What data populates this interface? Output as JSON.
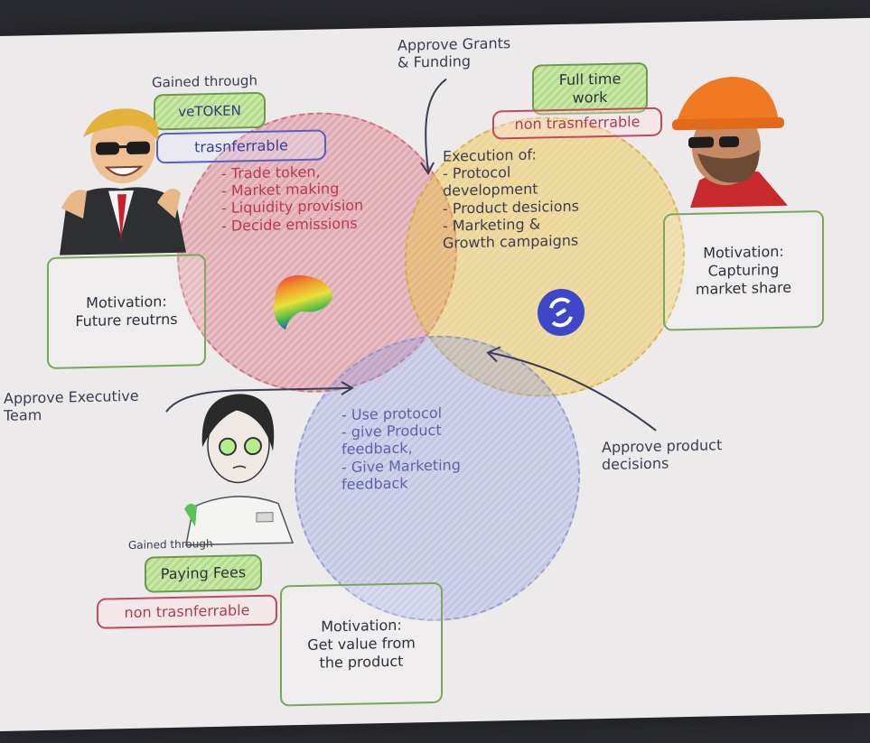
{
  "diagram": {
    "top_label": "Approve Grants\n& Funding",
    "veholder": {
      "gained_label": "Gained through",
      "token_badge": "veTOKEN",
      "transfer_badge": "trasnferrable",
      "motivation": "Motivation:\nFuture reutrns"
    },
    "team": {
      "work_badge": "Full time\nwork",
      "transfer_badge": "non trasnferrable",
      "motivation": "Motivation:\nCapturing\nmarket share"
    },
    "users": {
      "gained_label": "Gained through",
      "fees_badge": "Paying Fees",
      "transfer_badge": "non trasnferrable",
      "motivation": "Motivation:\nGet value from\nthe product"
    },
    "circle_red_text": "- Trade token,\n- Market making\n- Liquidity provision\n- Decide emissions",
    "circle_yellow_text": "Execution of:\n- Protocol\ndevelopment\n- Product desicions\n- Marketing &\nGrowth campaigns",
    "circle_blue_text": "- Use protocol\n- give Product\nfeedback,\n- Give Marketing\nfeedback",
    "left_label": "Approve Executive\nTeam",
    "right_label": "Approve product\ndecisions"
  },
  "colors": {
    "red_circle": "#d66778",
    "yellow_circle": "#ecc446",
    "blue_circle": "#96a0e1",
    "motivation_border": "#7aa75a",
    "token_logo": "#3d47c8"
  },
  "icons": [
    "investor-character-icon",
    "builder-character-icon",
    "user-character-icon",
    "curve-logo-icon",
    "protocol-logo-icon"
  ]
}
